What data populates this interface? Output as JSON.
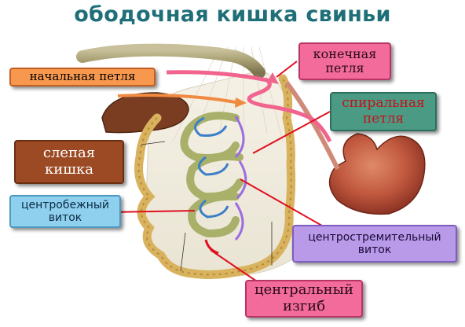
{
  "title": "ободочная кишка свиньи",
  "labels": {
    "initial_loop": "начальная петля",
    "terminal_loop": [
      "конечная",
      "петля"
    ],
    "spiral_loop": [
      "спиральная",
      "петля"
    ],
    "cecum": [
      "слепая",
      "кишка"
    ],
    "centrifugal_turn": [
      "центробежный",
      "виток"
    ],
    "centripetal_turn": [
      "центростремительный",
      "виток"
    ],
    "central_flexure": [
      "центральный",
      "изгиб"
    ]
  },
  "colors": {
    "title": "#1f6f78",
    "initial_loop": "#f8984f",
    "terminal_loop": "#f36b9a",
    "spiral_loop": "#4a9a84",
    "cecum": "#9b4a24",
    "centrifugal_turn": "#8fd0ee",
    "centripetal_turn": "#b89ae8",
    "central_flexure": "#f36b9a",
    "pointer": "#e01020"
  }
}
